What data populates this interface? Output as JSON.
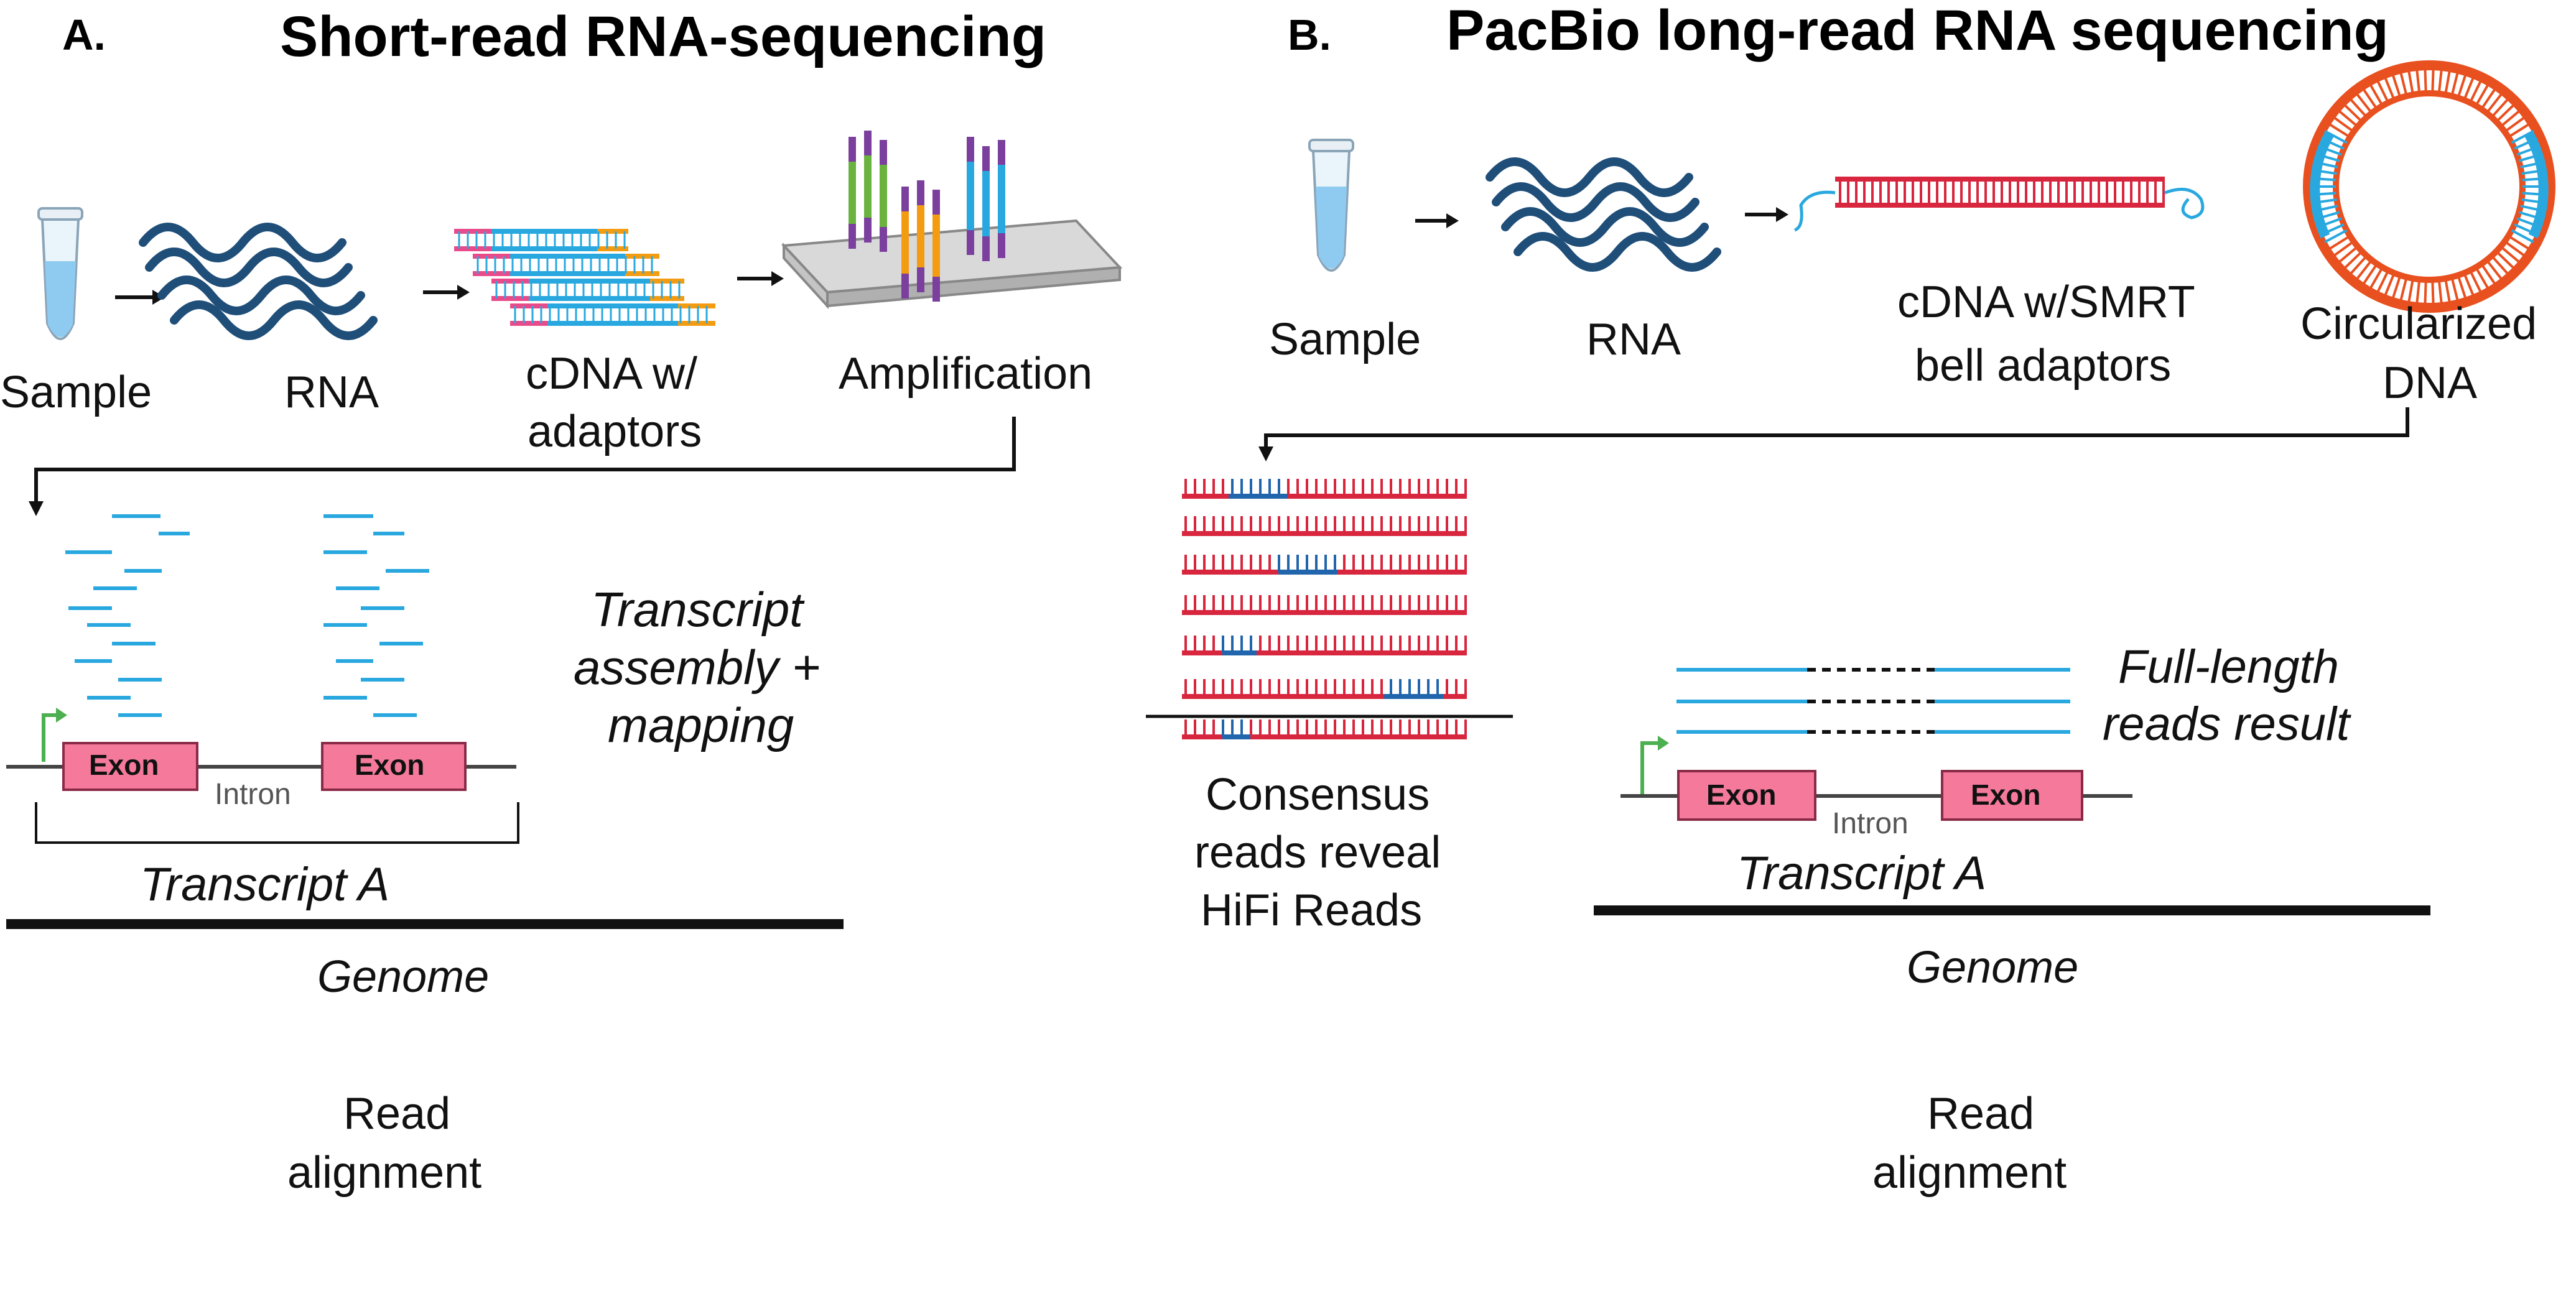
{
  "panel_a": {
    "letter": "A.",
    "title": "Short-read RNA-sequencing",
    "steps": {
      "sample": "Sample",
      "rna": "RNA",
      "cdna_line1": "cDNA w/",
      "cdna_line2": "adaptors",
      "amplification": "Amplification"
    },
    "assembly_line1": "Transcript",
    "assembly_line2": "assembly +",
    "assembly_line3": "mapping",
    "exon_label": "Exon",
    "intron_label": "Intron",
    "transcript_label": "Transcript A",
    "genome_label": "Genome",
    "read_line1": "Read",
    "read_line2": "alignment"
  },
  "panel_b": {
    "letter": "B.",
    "title": "PacBio long-read RNA sequencing",
    "steps": {
      "sample": "Sample",
      "rna": "RNA",
      "cdna_line1": "cDNA w/SMRT",
      "cdna_line2": "bell adaptors",
      "circ_line1": "Circularized",
      "circ_line2": "DNA"
    },
    "consensus_line1": "Consensus",
    "consensus_line2": "reads reveal",
    "consensus_line3": "HiFi Reads",
    "fulllength_line1": "Full-length",
    "fulllength_line2": "reads result",
    "exon_label": "Exon",
    "intron_label": "Intron",
    "transcript_label": "Transcript A",
    "genome_label": "Genome",
    "read_line1": "Read",
    "read_line2": "alignment"
  },
  "colors": {
    "rna_wave": "#1f4e79",
    "read_blue": "#29a8e0",
    "exon_fill": "#f4799b",
    "red_strand": "#d7263d",
    "hifi_blue": "#2166ac",
    "arrow_green": "#4caf50",
    "orange": "#f39c12",
    "purple": "#7b3f9e",
    "green": "#6bb33f"
  }
}
